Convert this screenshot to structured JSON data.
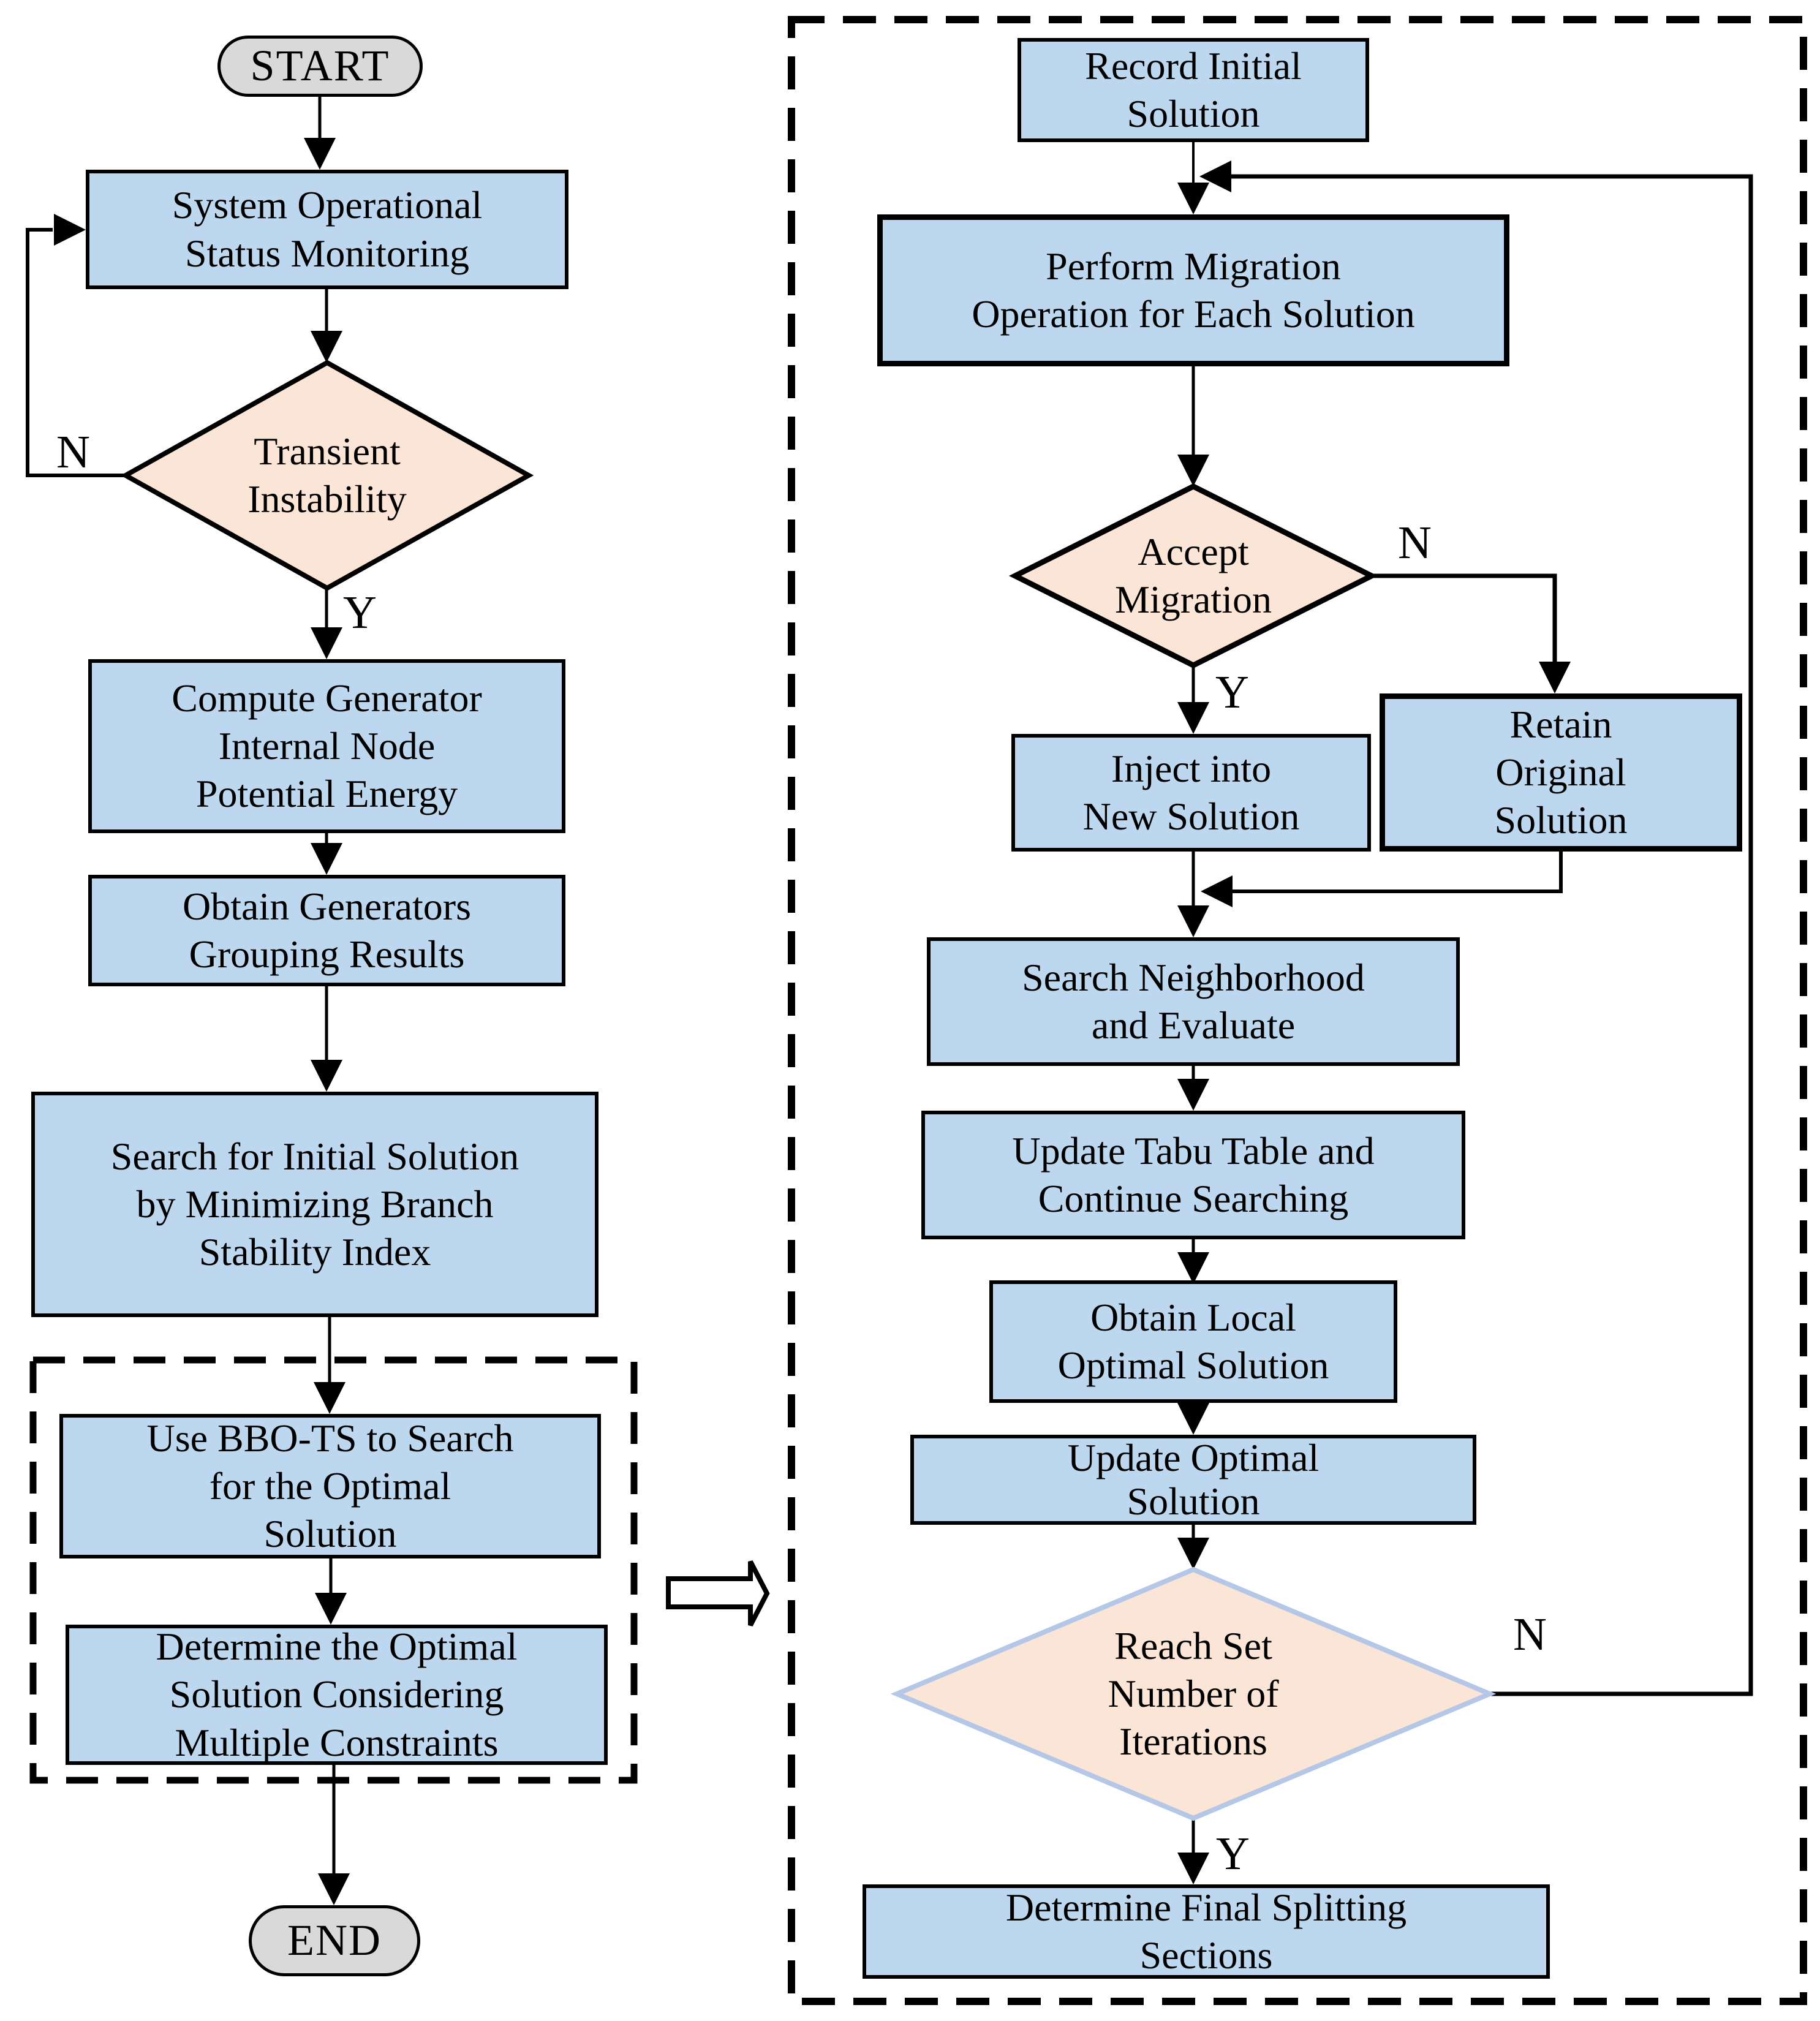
{
  "palette": {
    "process_fill": "#bdd7ee",
    "decision_fill": "#fbe5d6",
    "decision_soft_stroke": "#b4c7e7",
    "terminal_fill": "#d9d9d9",
    "outline": "#000000",
    "canvas_bg": "#ffffff"
  },
  "left": {
    "start": "START",
    "monitor": "System Operational\nStatus Monitoring",
    "transient": "Transient\nInstability",
    "compute": "Compute Generator\nInternal Node\nPotential Energy",
    "grouping": "Obtain Generators\nGrouping Results",
    "initial_solution": "Search for Initial Solution\nby Minimizing Branch\nStability Index",
    "bbo_ts": "Use BBO-TS to Search\nfor the Optimal\nSolution",
    "determine_optimal": "Determine the Optimal\nSolution Considering\nMultiple Constraints",
    "end": "END"
  },
  "right": {
    "record": "Record Initial\nSolution",
    "perform": "Perform Migration\nOperation for Each Solution",
    "accept": "Accept\nMigration",
    "inject": "Inject into\nNew Solution",
    "retain": "Retain\nOriginal\nSolution",
    "search_neighborhood": "Search Neighborhood\nand Evaluate",
    "update_tabu": "Update Tabu Table and\nContinue Searching",
    "obtain_local": "Obtain Local\nOptimal Solution",
    "update_optimal": "Update Optimal\nSolution",
    "reach_iterations": "Reach Set\nNumber of\nIterations",
    "determine_final": "Determine Final Splitting\nSections"
  },
  "labels": {
    "yes": "Y",
    "no": "N"
  }
}
